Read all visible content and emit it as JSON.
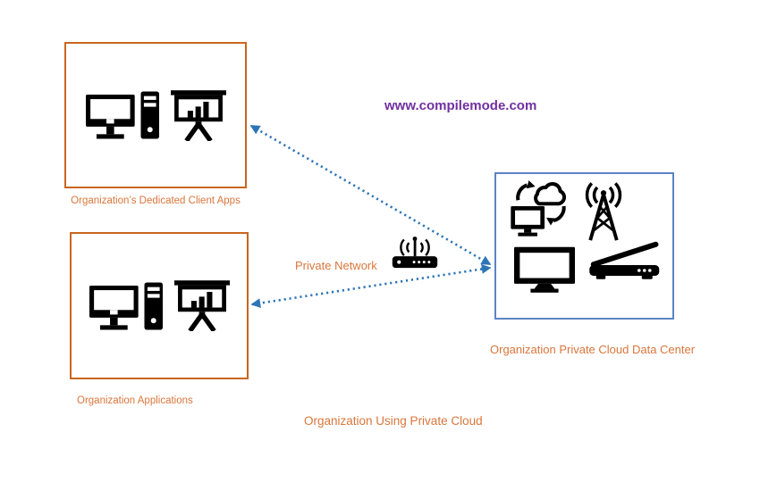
{
  "watermark": {
    "text": "www.compilemode.com",
    "color": "#7030A0"
  },
  "caption": {
    "text": "Organization Using Private Cloud"
  },
  "network": {
    "label": "Private Network",
    "icon": "wireless-router-icon"
  },
  "boxes": {
    "client_apps": {
      "label": "Organization’s Dedicated Client Apps",
      "border_color": "#C9651F",
      "icons": [
        "desktop-computer-icon",
        "presentation-chart-icon"
      ]
    },
    "applications": {
      "label": "Organization Applications",
      "border_color": "#C9651F",
      "icons": [
        "desktop-computer-icon",
        "presentation-chart-icon"
      ]
    },
    "data_center": {
      "label": "Organization Private Cloud Data Center",
      "border_color": "#5B84C4",
      "icons": [
        "cloud-sync-icon",
        "radio-tower-icon",
        "monitor-icon",
        "scanner-icon"
      ]
    }
  },
  "connections": [
    {
      "from": "client_apps",
      "to": "data_center",
      "style": "dotted",
      "color": "#2E75B6",
      "bidirectional": true
    },
    {
      "from": "applications",
      "to": "data_center",
      "style": "dotted",
      "color": "#2E75B6",
      "bidirectional": true
    }
  ],
  "colors": {
    "label_orange": "#D9763B",
    "arrow_blue": "#2E75B6",
    "icon_black": "#000000"
  }
}
